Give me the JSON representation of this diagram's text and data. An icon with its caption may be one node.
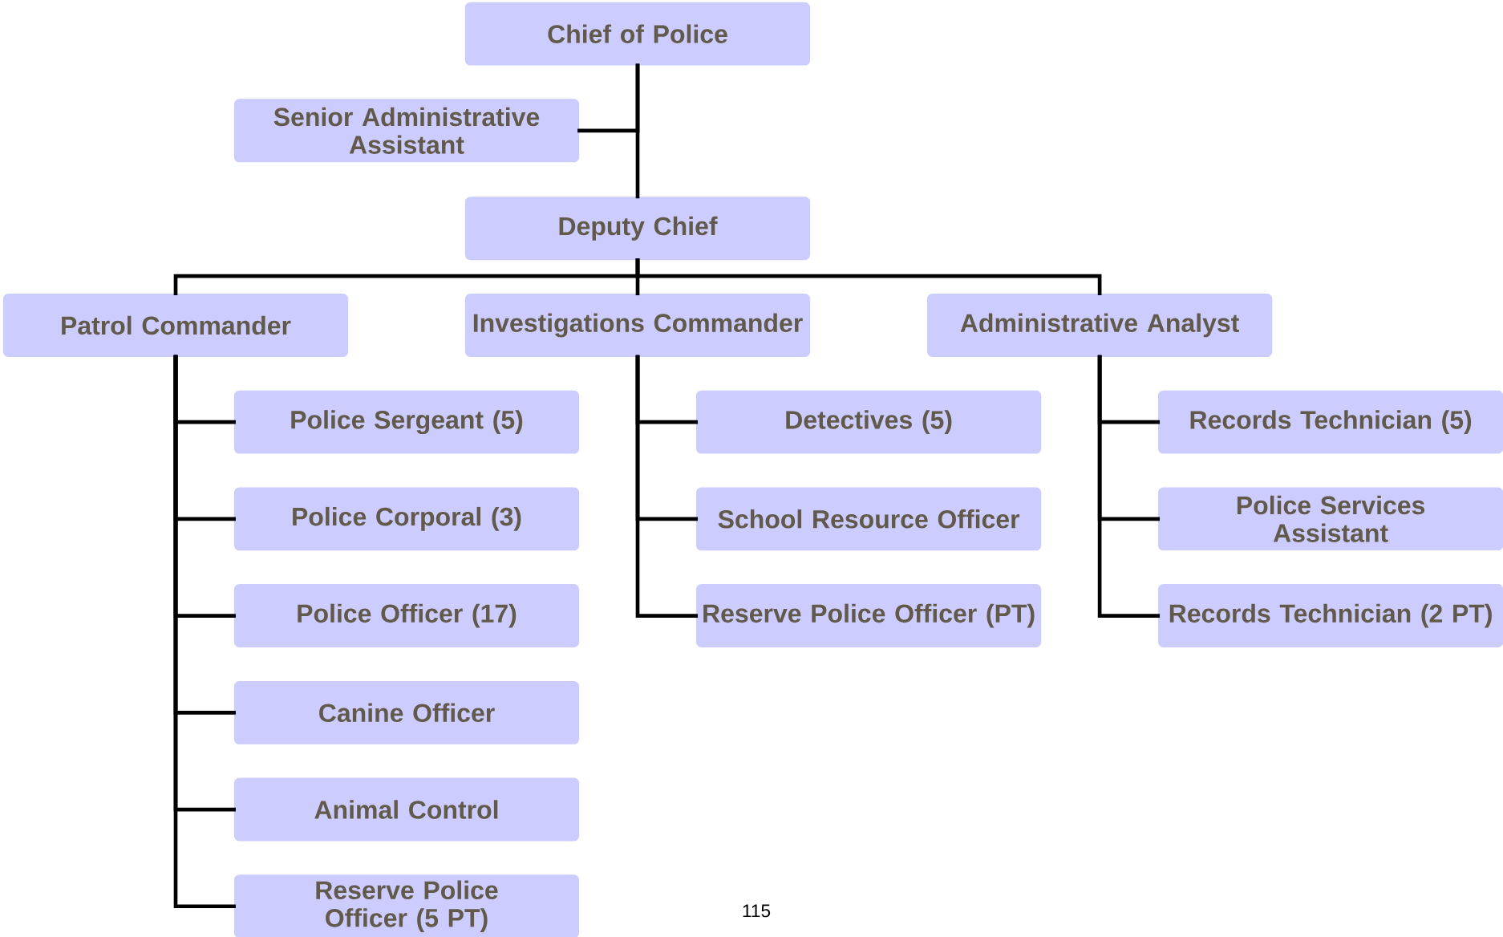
{
  "diagram": {
    "nodes": [
      {
        "text": [
          "Chief of Police"
        ]
      },
      {
        "text": [
          "Senior Administrative Assistant"
        ]
      },
      {
        "text": [
          "Deputy Chief"
        ]
      },
      {
        "text": [
          "Patrol Commander"
        ]
      },
      {
        "text": [
          "Investigations Commander"
        ]
      },
      {
        "text": [
          "Administrative Analyst"
        ]
      },
      {
        "text": [
          "Police Sergeant (5)"
        ]
      },
      {
        "text": [
          "Police Corporal (3)"
        ]
      },
      {
        "text": [
          "Police Officer (17)"
        ]
      },
      {
        "text": [
          "Canine Officer"
        ]
      },
      {
        "text": [
          "Animal Control"
        ]
      },
      {
        "text": [
          "Reserve Police Officer (5 PT)"
        ]
      },
      {
        "text": [
          "Detectives (5)"
        ]
      },
      {
        "text": [
          "School Resource Officer"
        ]
      },
      {
        "text": [
          "Reserve Police Officer (PT)"
        ]
      },
      {
        "text": [
          "Records Technician (5)"
        ]
      },
      {
        "text": [
          "Police Services Assistant"
        ]
      },
      {
        "text": [
          "Records Technician (2 PT)"
        ]
      }
    ],
    "edges": [
      {
        "from": 0,
        "to": 1,
        "arrow": "none"
      },
      {
        "from": 0,
        "to": 2,
        "arrow": "none"
      },
      {
        "from": 2,
        "to": 3,
        "arrow": "none"
      },
      {
        "from": 2,
        "to": 4,
        "arrow": "none"
      },
      {
        "from": 2,
        "to": 5,
        "arrow": "none"
      },
      {
        "from": 3,
        "to": 6,
        "arrow": "none"
      },
      {
        "from": 3,
        "to": 7,
        "arrow": "none"
      },
      {
        "from": 3,
        "to": 8,
        "arrow": "none"
      },
      {
        "from": 3,
        "to": 9,
        "arrow": "none"
      },
      {
        "from": 3,
        "to": 10,
        "arrow": "none"
      },
      {
        "from": 3,
        "to": 11,
        "arrow": "none"
      },
      {
        "from": 4,
        "to": 12,
        "arrow": "none"
      },
      {
        "from": 4,
        "to": 13,
        "arrow": "none"
      },
      {
        "from": 4,
        "to": 14,
        "arrow": "none"
      },
      {
        "from": 5,
        "to": 15,
        "arrow": "none"
      },
      {
        "from": 5,
        "to": 16,
        "arrow": "none"
      },
      {
        "from": 5,
        "to": 17,
        "arrow": "none"
      }
    ],
    "labels": [
      "115"
    ]
  }
}
